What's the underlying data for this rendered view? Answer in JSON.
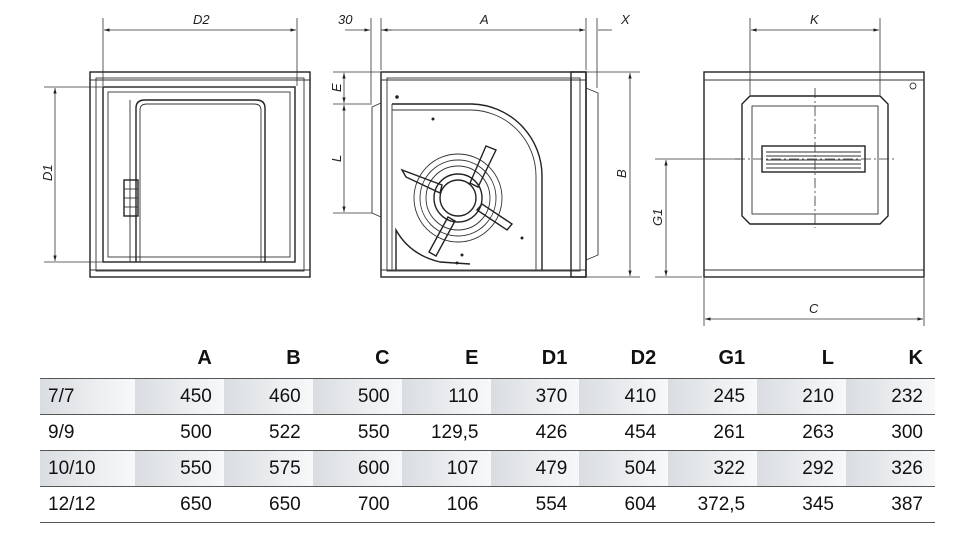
{
  "drawing": {
    "labels": {
      "d2": "D2",
      "d1": "D1",
      "thirty": "30",
      "a": "A",
      "x": "X",
      "e": "E",
      "l": "L",
      "b": "B",
      "k": "K",
      "g1": "G1",
      "c": "C"
    }
  },
  "table": {
    "columns": [
      "",
      "A",
      "B",
      "C",
      "E",
      "D1",
      "D2",
      "G1",
      "L",
      "K"
    ],
    "rows": [
      [
        "7/7",
        "450",
        "460",
        "500",
        "110",
        "370",
        "410",
        "245",
        "210",
        "232"
      ],
      [
        "9/9",
        "500",
        "522",
        "550",
        "129,5",
        "426",
        "454",
        "261",
        "263",
        "300"
      ],
      [
        "10/10",
        "550",
        "575",
        "600",
        "107",
        "479",
        "504",
        "322",
        "292",
        "326"
      ],
      [
        "12/12",
        "650",
        "650",
        "700",
        "106",
        "554",
        "604",
        "372,5",
        "345",
        "387"
      ]
    ]
  }
}
